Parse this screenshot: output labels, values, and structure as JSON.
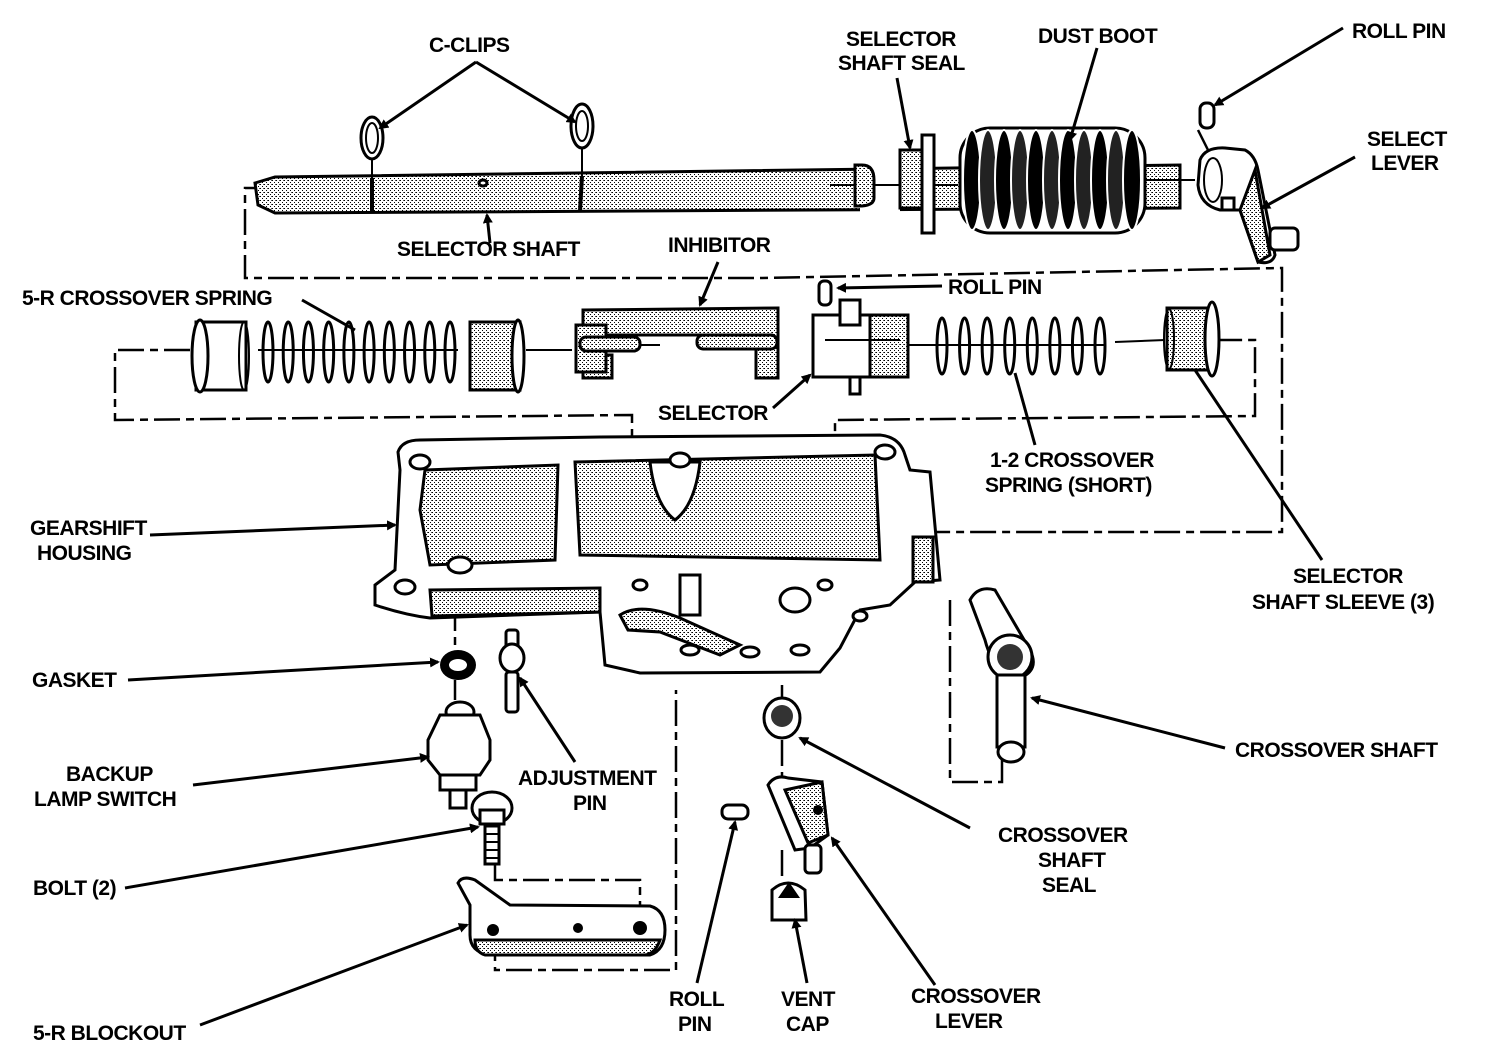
{
  "diagram": {
    "title": "Gearshift housing exploded view",
    "labels": {
      "c_clips": "C-CLIPS",
      "selector_shaft_seal": [
        "SELECTOR",
        "SHAFT SEAL"
      ],
      "dust_boot": "DUST BOOT",
      "roll_pin_top": "ROLL PIN",
      "select_lever": [
        "SELECT",
        "LEVER"
      ],
      "selector_shaft": "SELECTOR SHAFT",
      "inhibitor": "INHIBITOR",
      "five_r_crossover_spring": "5-R CROSSOVER SPRING",
      "roll_pin_mid": "ROLL PIN",
      "selector": "SELECTOR",
      "one_two_crossover_spring": [
        "1-2 CROSSOVER",
        "SPRING (SHORT)"
      ],
      "gearshift_housing": [
        "GEARSHIFT",
        "HOUSING"
      ],
      "selector_shaft_sleeve": [
        "SELECTOR",
        "SHAFT SLEEVE (3)"
      ],
      "gasket": "GASKET",
      "backup_lamp_switch": [
        "BACKUP",
        "LAMP SWITCH"
      ],
      "adjustment_pin": [
        "ADJUSTMENT",
        "PIN"
      ],
      "crossover_shaft": "CROSSOVER SHAFT",
      "crossover_shaft_seal": [
        "CROSSOVER",
        "SHAFT",
        "SEAL"
      ],
      "bolt": "BOLT (2)",
      "five_r_blockout": "5-R BLOCKOUT",
      "roll_pin_bottom": [
        "ROLL",
        "PIN"
      ],
      "vent_cap": [
        "VENT",
        "CAP"
      ],
      "crossover_lever": [
        "CROSSOVER",
        "LEVER"
      ]
    }
  }
}
